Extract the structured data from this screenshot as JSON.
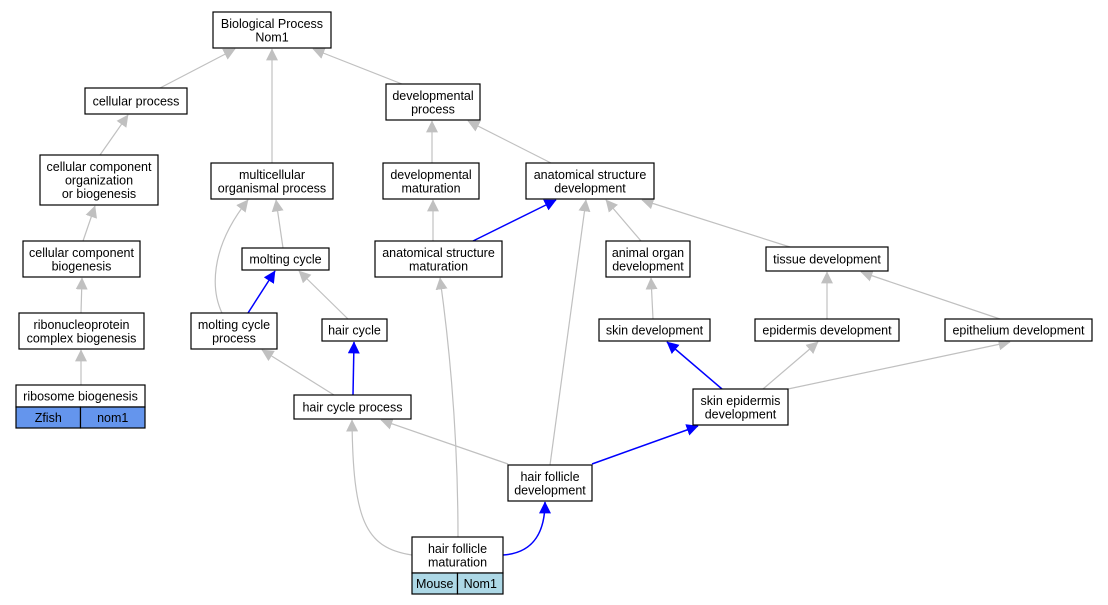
{
  "nodes": {
    "bp": {
      "lines": [
        "Biological Process",
        "Nom1"
      ]
    },
    "cp": {
      "lines": [
        "cellular process"
      ]
    },
    "dp": {
      "lines": [
        "developmental",
        "process"
      ]
    },
    "ccob": {
      "lines": [
        "cellular component",
        "organization",
        "or biogenesis"
      ]
    },
    "mop": {
      "lines": [
        "multicellular",
        "organismal process"
      ]
    },
    "dm": {
      "lines": [
        "developmental",
        "maturation"
      ]
    },
    "asd": {
      "lines": [
        "anatomical structure",
        "development"
      ]
    },
    "ccb": {
      "lines": [
        "cellular component",
        "biogenesis"
      ]
    },
    "mc": {
      "lines": [
        "molting cycle"
      ]
    },
    "asm": {
      "lines": [
        "anatomical structure",
        "maturation"
      ]
    },
    "aod": {
      "lines": [
        "animal organ",
        "development"
      ]
    },
    "td": {
      "lines": [
        "tissue development"
      ]
    },
    "rcb": {
      "lines": [
        "ribonucleoprotein",
        "complex biogenesis"
      ]
    },
    "mcp": {
      "lines": [
        "molting cycle",
        "process"
      ]
    },
    "hc": {
      "lines": [
        "hair cycle"
      ]
    },
    "sd": {
      "lines": [
        "skin development"
      ]
    },
    "ed": {
      "lines": [
        "epidermis development"
      ]
    },
    "epd": {
      "lines": [
        "epithelium development"
      ]
    },
    "rb": {
      "lines": [
        "ribosome biogenesis"
      ],
      "annotations": [
        "Zfish",
        "nom1"
      ],
      "annotation_color": "#6495ed"
    },
    "hcp": {
      "lines": [
        "hair cycle process"
      ]
    },
    "sed": {
      "lines": [
        "skin epidermis",
        "development"
      ]
    },
    "hfd": {
      "lines": [
        "hair follicle",
        "development"
      ]
    },
    "hfm": {
      "lines": [
        "hair follicle",
        "maturation"
      ],
      "annotations": [
        "Mouse",
        "Nom1"
      ],
      "annotation_color": "#add8e6"
    }
  },
  "edges": [
    {
      "from": "cp",
      "to": "bp",
      "color": "#c0c0c0"
    },
    {
      "from": "mop",
      "to": "bp",
      "color": "#c0c0c0"
    },
    {
      "from": "dp",
      "to": "bp",
      "color": "#c0c0c0"
    },
    {
      "from": "ccob",
      "to": "cp",
      "color": "#c0c0c0"
    },
    {
      "from": "dm",
      "to": "dp",
      "color": "#c0c0c0"
    },
    {
      "from": "asd",
      "to": "dp",
      "color": "#c0c0c0"
    },
    {
      "from": "ccb",
      "to": "ccob",
      "color": "#c0c0c0"
    },
    {
      "from": "mc",
      "to": "mop",
      "color": "#c0c0c0"
    },
    {
      "from": "mcp",
      "to": "mop",
      "color": "#c0c0c0"
    },
    {
      "from": "asm",
      "to": "dm",
      "color": "#c0c0c0"
    },
    {
      "from": "asm",
      "to": "asd",
      "color": "#0000ff"
    },
    {
      "from": "aod",
      "to": "asd",
      "color": "#c0c0c0"
    },
    {
      "from": "td",
      "to": "asd",
      "color": "#c0c0c0"
    },
    {
      "from": "hfd",
      "to": "asd",
      "color": "#c0c0c0"
    },
    {
      "from": "rcb",
      "to": "ccb",
      "color": "#c0c0c0"
    },
    {
      "from": "mcp",
      "to": "mc",
      "color": "#0000ff"
    },
    {
      "from": "hc",
      "to": "mc",
      "color": "#c0c0c0"
    },
    {
      "from": "hfm",
      "to": "asm",
      "color": "#c0c0c0"
    },
    {
      "from": "sd",
      "to": "aod",
      "color": "#c0c0c0"
    },
    {
      "from": "ed",
      "to": "td",
      "color": "#c0c0c0"
    },
    {
      "from": "epd",
      "to": "td",
      "color": "#c0c0c0"
    },
    {
      "from": "rb",
      "to": "rcb",
      "color": "#c0c0c0"
    },
    {
      "from": "hcp",
      "to": "mcp",
      "color": "#c0c0c0"
    },
    {
      "from": "hcp",
      "to": "hc",
      "color": "#0000ff"
    },
    {
      "from": "sed",
      "to": "sd",
      "color": "#0000ff"
    },
    {
      "from": "sed",
      "to": "ed",
      "color": "#c0c0c0"
    },
    {
      "from": "sed",
      "to": "epd",
      "color": "#c0c0c0"
    },
    {
      "from": "hfd",
      "to": "hcp",
      "color": "#c0c0c0"
    },
    {
      "from": "hfm",
      "to": "hcp",
      "color": "#c0c0c0"
    },
    {
      "from": "hfd",
      "to": "sed",
      "color": "#0000ff"
    },
    {
      "from": "hfm",
      "to": "hfd",
      "color": "#0000ff"
    }
  ]
}
